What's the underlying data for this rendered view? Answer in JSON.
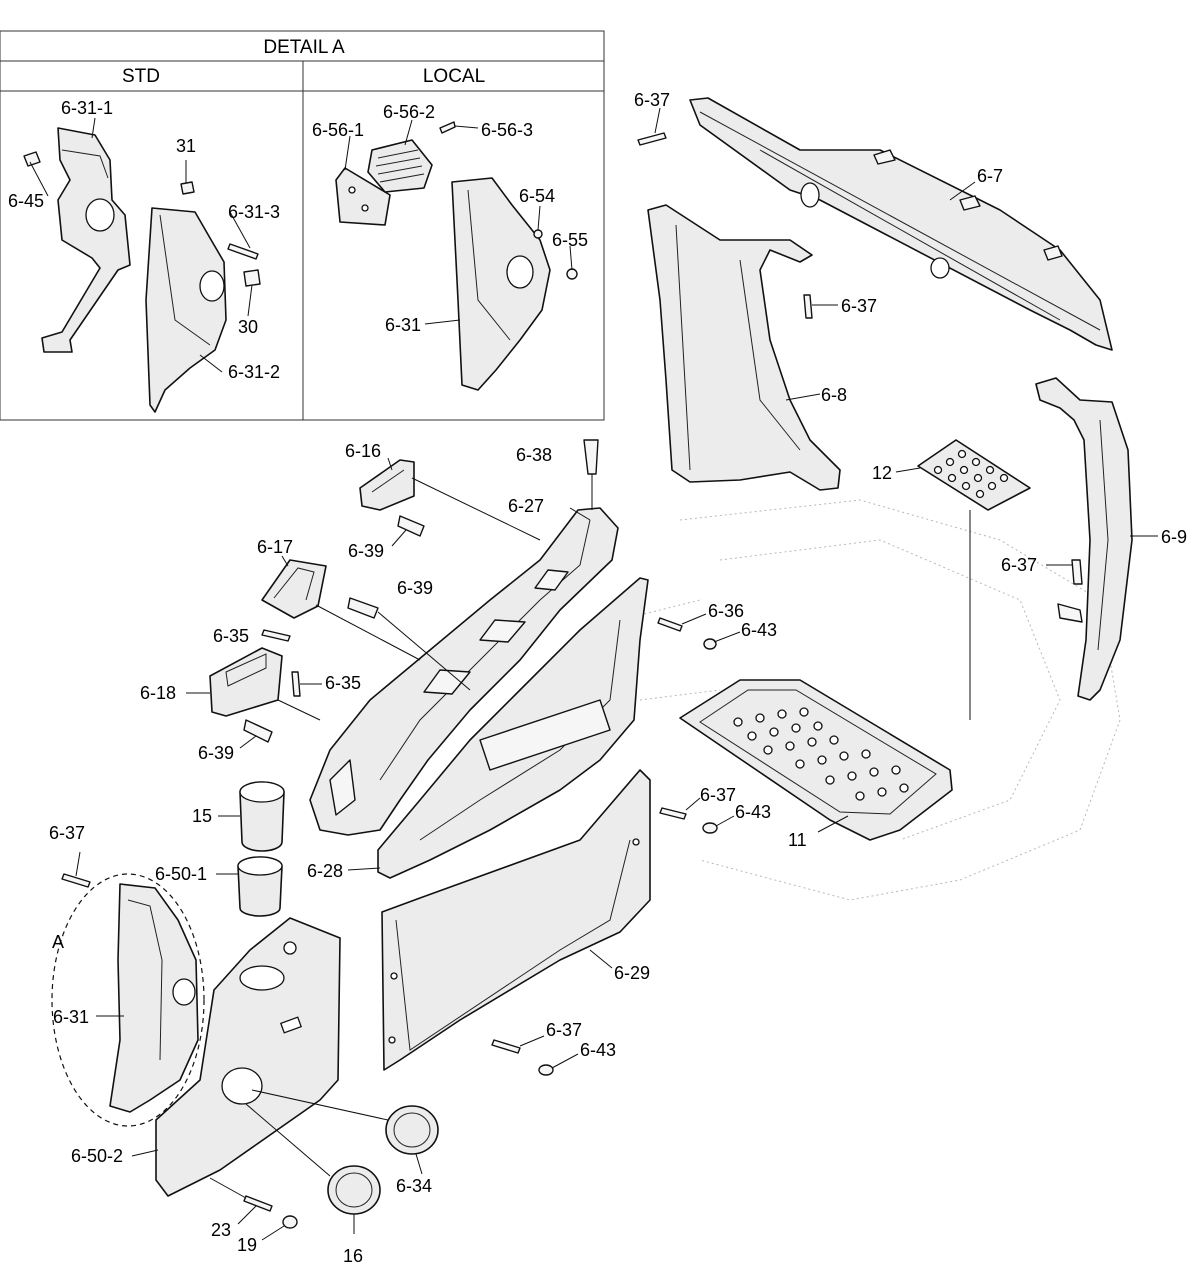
{
  "detail": {
    "title": "DETAIL A",
    "std_label": "STD",
    "local_label": "LOCAL"
  },
  "callouts": {
    "c_6_31_1": "6-31-1",
    "c_31": "31",
    "c_6_45": "6-45",
    "c_6_31_3": "6-31-3",
    "c_30": "30",
    "c_6_31_2": "6-31-2",
    "c_6_56_2": "6-56-2",
    "c_6_56_1": "6-56-1",
    "c_6_56_3": "6-56-3",
    "c_6_54": "6-54",
    "c_6_55": "6-55",
    "c_6_31_local": "6-31",
    "c_6_37_top": "6-37",
    "c_6_7": "6-7",
    "c_6_37_mid": "6-37",
    "c_6_8": "6-8",
    "c_12": "12",
    "c_6_9": "6-9",
    "c_6_37_right": "6-37",
    "c_6_16": "6-16",
    "c_6_38": "6-38",
    "c_6_27": "6-27",
    "c_6_39_a": "6-39",
    "c_6_17": "6-17",
    "c_6_39_b": "6-39",
    "c_6_36": "6-36",
    "c_6_43_a": "6-43",
    "c_6_35_a": "6-35",
    "c_6_35_b": "6-35",
    "c_6_18": "6-18",
    "c_6_39_c": "6-39",
    "c_15": "15",
    "c_6_37_c": "6-37",
    "c_6_43_b": "6-43",
    "c_11": "11",
    "c_6_37_left": "6-37",
    "c_6_50_1": "6-50-1",
    "c_6_28": "6-28",
    "c_a": "A",
    "c_6_29": "6-29",
    "c_6_31_main": "6-31",
    "c_6_37_d": "6-37",
    "c_6_43_c": "6-43",
    "c_6_50_2": "6-50-2",
    "c_6_34": "6-34",
    "c_23": "23",
    "c_19": "19",
    "c_16": "16"
  }
}
